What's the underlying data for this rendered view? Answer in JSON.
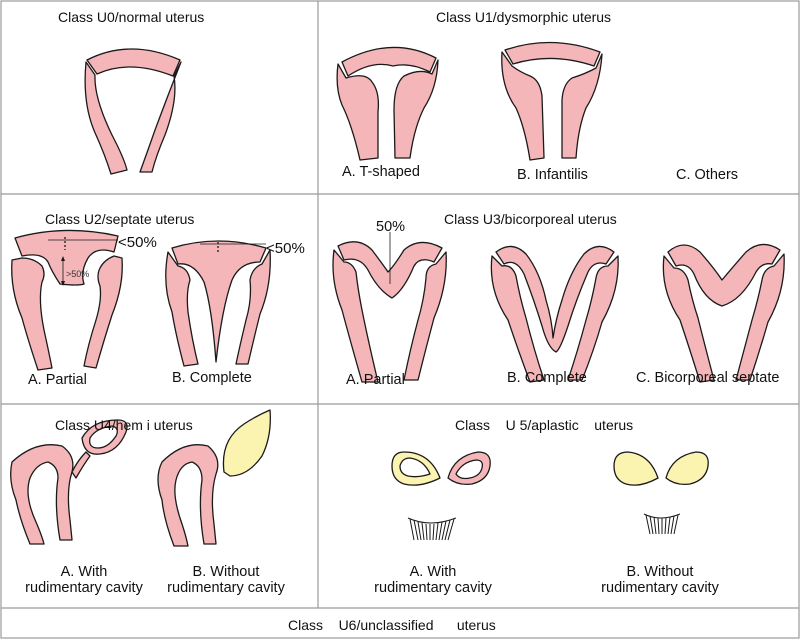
{
  "colors": {
    "pink": "#f4b6b8",
    "yellow": "#fbf3b0",
    "stroke": "#1a1a1a",
    "border": "#9a9a9a"
  },
  "u0": {
    "title": "Class U0/normal uterus"
  },
  "u1": {
    "title": "Class U1/dysmorphic uterus",
    "a": "A. T-shaped",
    "b": "B. Infantilis",
    "c": "C. Others"
  },
  "u2": {
    "title": "Class U2/septate uterus",
    "lt50": "<50%",
    "lt50b": "<50%",
    "gt50": ">50%",
    "a": "A. Partial",
    "b": "B. Complete"
  },
  "u3": {
    "title": "Class U3/bicorporeal uterus",
    "pct": "50%",
    "a": "A. Partial",
    "b": "B. Complete",
    "c": "C. Bicorporeal septate"
  },
  "u4": {
    "title": "Class    U4/hem i uterus",
    "a1": "A. With",
    "a2": "rudimentary cavity",
    "b1": "B. Without",
    "b2": "rudimentary cavity"
  },
  "u5": {
    "title": "Class    U 5/aplastic    uterus",
    "a1": "A. With",
    "a2": "rudimentary cavity",
    "b1": "B. Without",
    "b2": "rudimentary cavity"
  },
  "u6": {
    "title": "Class    U6/unclassified      uterus"
  }
}
